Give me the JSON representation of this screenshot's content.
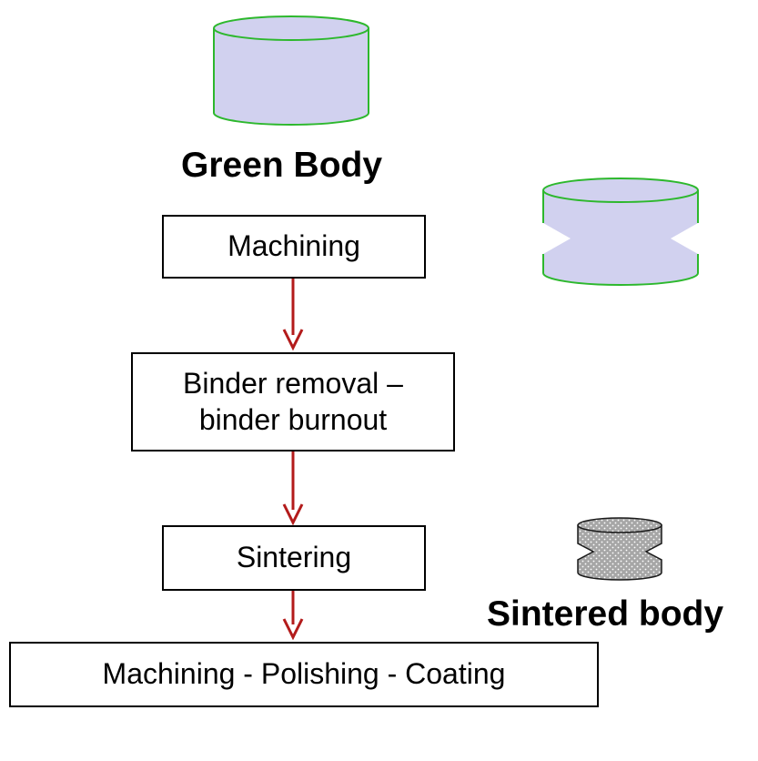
{
  "labels": {
    "green_body": "Green Body",
    "sintered_body": "Sintered body"
  },
  "steps": {
    "machining": "Machining",
    "binder_line1": "Binder removal –",
    "binder_line2": "binder burnout",
    "sintering": "Sintering",
    "final": "Machining - Polishing - Coating"
  },
  "colors": {
    "green_outline": "#2db82d",
    "green_fill": "#d1d1ef",
    "arrow": "#b31b1b",
    "sintered_fill": "#a6a6a6",
    "sintered_outline": "#1a1a1a"
  },
  "icons": {
    "green_body": "cylinder-icon",
    "machined_body": "notched-cylinder-icon",
    "sintered_body": "speckled-notched-cylinder-icon"
  }
}
